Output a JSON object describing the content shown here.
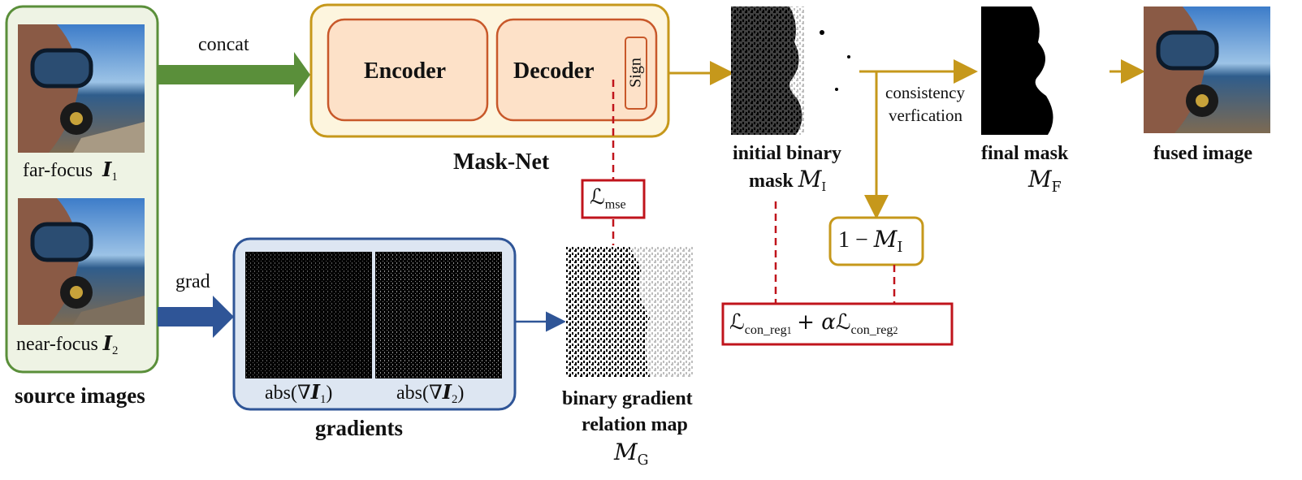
{
  "colors": {
    "green": "#5a8f3a",
    "green_fill": "#eef3e4",
    "gold": "#c6981b",
    "gold_fill": "#fdf5de",
    "orange_stroke": "#c8582a",
    "orange_fill": "#fde1c8",
    "blue": "#2f5597",
    "blue_fill": "#dde6f2",
    "red": "#c0141c"
  },
  "labels": {
    "concat": "concat",
    "grad": "grad",
    "encoder": "Encoder",
    "decoder": "Decoder",
    "sign": "Sign",
    "mask_net": "Mask-Net",
    "far_focus": "far-focus",
    "I1": "I",
    "I1_sub": "1",
    "near_focus": "near-focus",
    "I2": "I",
    "I2_sub": "2",
    "source_images": "source images",
    "gradients": "gradients",
    "abs_grad_1_prefix": "abs(∇",
    "abs_grad_1_sym": "I",
    "abs_grad_1_sub": "1",
    "abs_grad_1_suffix": ")",
    "abs_grad_2_prefix": "abs(∇",
    "abs_grad_2_sym": "I",
    "abs_grad_2_sub": "2",
    "abs_grad_2_suffix": ")",
    "binary_gradient_line1": "binary gradient",
    "binary_gradient_line2": "relation map",
    "MG": "M",
    "MG_sub": "G",
    "initial_binary_line1": "initial binary",
    "initial_binary_line2": "mask",
    "MI": "M",
    "MI_sub": "I",
    "consistency_line1": "consistency",
    "consistency_line2": "verfication",
    "final_mask": "final mask",
    "MF": "M",
    "MF_sub": "F",
    "fused_image": "fused image",
    "one_minus": "1 −",
    "one_minus_M": "M",
    "one_minus_sub": "I",
    "loss_mse_L": "ℒ",
    "loss_mse_sub": "mse",
    "loss_con_L1": "ℒ",
    "loss_con_sub1": "con_reg",
    "loss_con_subsub1": "1",
    "loss_con_plus": "+ α",
    "loss_con_L2": "ℒ",
    "loss_con_sub2": "con_reg",
    "loss_con_subsub2": "2"
  }
}
